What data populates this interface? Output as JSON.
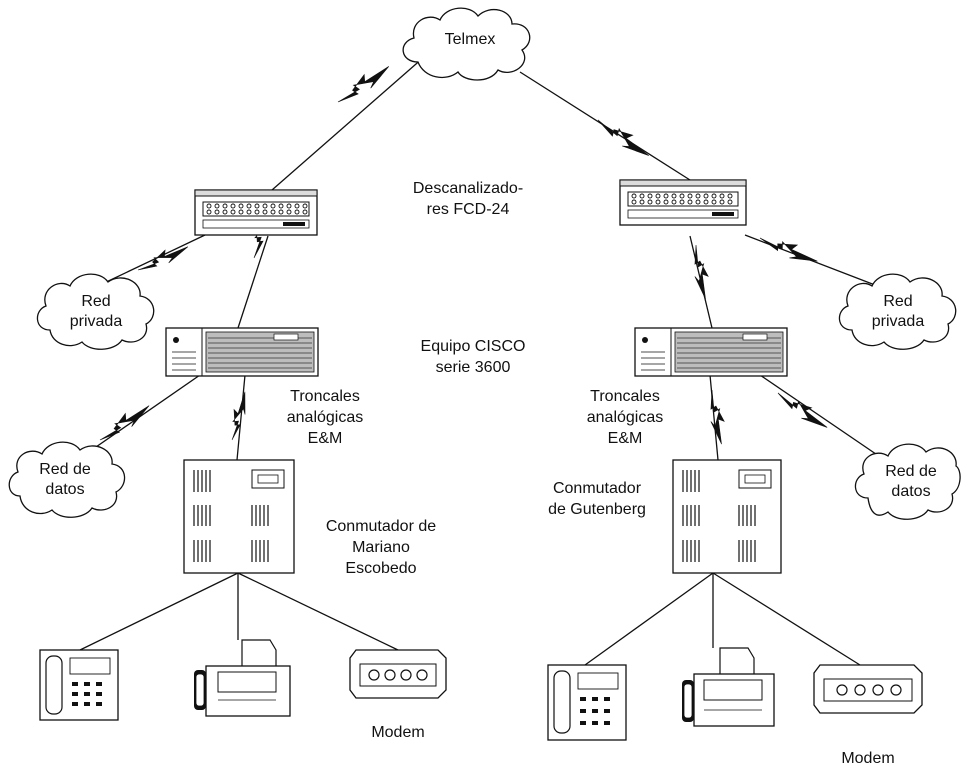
{
  "colors": {
    "ink": "#111111",
    "paper": "#ffffff",
    "shade": "#9a9a9a"
  },
  "labels": {
    "telmex": "Telmex",
    "descanalizadores": [
      "Descanalizado-",
      "res FCD-24"
    ],
    "cisco": [
      "Equipo CISCO",
      "serie 3600"
    ],
    "troncales_left": [
      "Troncales",
      "analógicas",
      "E&M"
    ],
    "troncales_right": [
      "Troncales",
      "analógicas",
      "E&M"
    ],
    "conmutador_left": [
      "Conmutador de",
      "Mariano",
      "Escobedo"
    ],
    "conmutador_right": [
      "Conmutador",
      "de Gutenberg"
    ],
    "red_privada_left": [
      "Red",
      "privada"
    ],
    "red_privada_right": [
      "Red",
      "privada"
    ],
    "red_datos_left": [
      "Red de",
      "datos"
    ],
    "red_datos_right": [
      "Red de",
      "datos"
    ],
    "modem_left": "Modem",
    "modem_right": "Modem"
  },
  "icons": {
    "cloud": "cloud-icon",
    "channel_bank": "channel-bank-icon",
    "router": "router-icon",
    "pbx": "pbx-switch-icon",
    "phone": "telephone-icon",
    "fax": "fax-icon",
    "modem": "modem-icon",
    "wan_link": "lightning-link-icon"
  }
}
